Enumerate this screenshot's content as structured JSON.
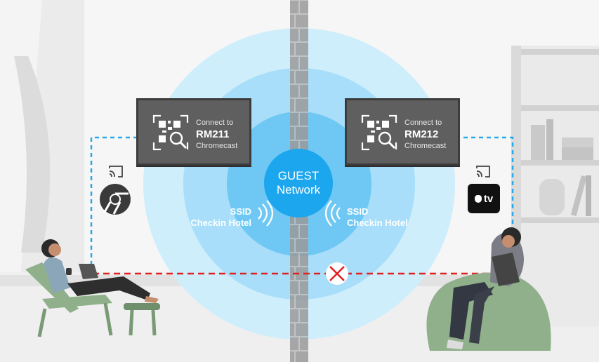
{
  "network": {
    "line1": "GUEST",
    "line2": "Network"
  },
  "ssid_left": {
    "label": "SSID",
    "name": "Checkin Hotel"
  },
  "ssid_right": {
    "label": "SSID",
    "name": "Checkin Hotel"
  },
  "tv_left": {
    "line1": "Connect to",
    "room": "RM211",
    "device": "Chromecast"
  },
  "tv_right": {
    "line1": "Connect to",
    "room": "RM212",
    "device": "Chromecast"
  },
  "apple_tv": {
    "text": "tv"
  },
  "colors": {
    "ring_outer": "#c4e9fb",
    "ring_mid": "#94d5f7",
    "ring_inner": "#5ec2f2",
    "center": "#1ba6ee",
    "dashed_blue": "#2aa8e8",
    "dashed_red": "#e02020",
    "wall": "#8a8a8a",
    "screen_bg": "#5f5f5f",
    "chair_green": "#8fb08a"
  },
  "icons": [
    "cast-icon",
    "chrome-icon",
    "qr-scan-icon",
    "wifi-signal-icon",
    "apple-tv-icon",
    "blocked-x-icon"
  ]
}
